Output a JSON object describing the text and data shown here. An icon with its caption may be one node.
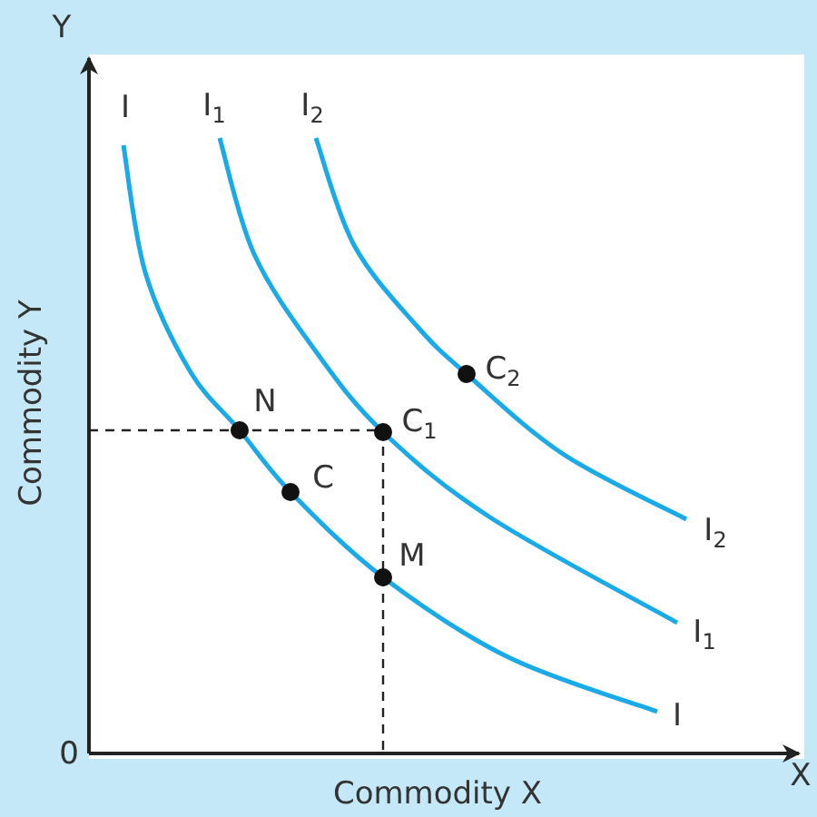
{
  "diagram": {
    "labels": [
      "Y",
      "I",
      "I$_{1}$",
      "I$_{2}$",
      "C$_{2}$",
      "N",
      "C$_{1}$",
      "C",
      "M",
      "I$_{2}$",
      "I$_{1}$",
      "I",
      "Commodity Y",
      "0",
      "Commodity X",
      "X"
    ]
  }
}
